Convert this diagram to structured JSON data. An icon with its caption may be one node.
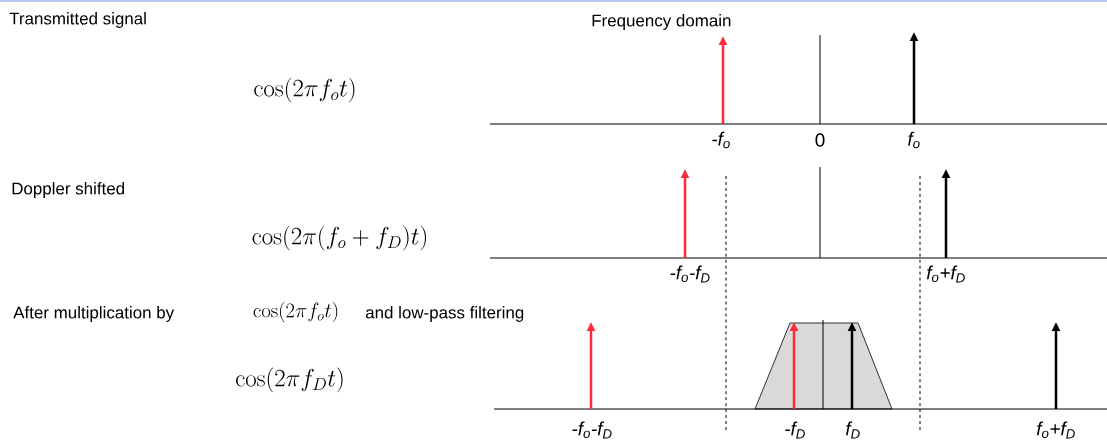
{
  "diagram": {
    "labels": [
      "Transmitted signal",
      "Frequency domain",
      "\\cos(2\\pi f_o t)",
      "-f$_{o}$",
      "0",
      "f$_{o}$",
      "Doppler shifted",
      "\\cos(2\\pi (f_o + f_D) t)",
      "-f$_{o}$-f$_{D}$",
      "f$_{o}$+f$_{D}$",
      "After multiplication by",
      "\\cos(2\\pi f_o t)",
      "and low-pass filtering",
      "\\cos(2\\pi f_D t)",
      "-f$_{o}$-f$_{D}$",
      "-f$_{D}$",
      "f$_{D}$",
      "f$_{o}$+f$_{D}$"
    ]
  }
}
